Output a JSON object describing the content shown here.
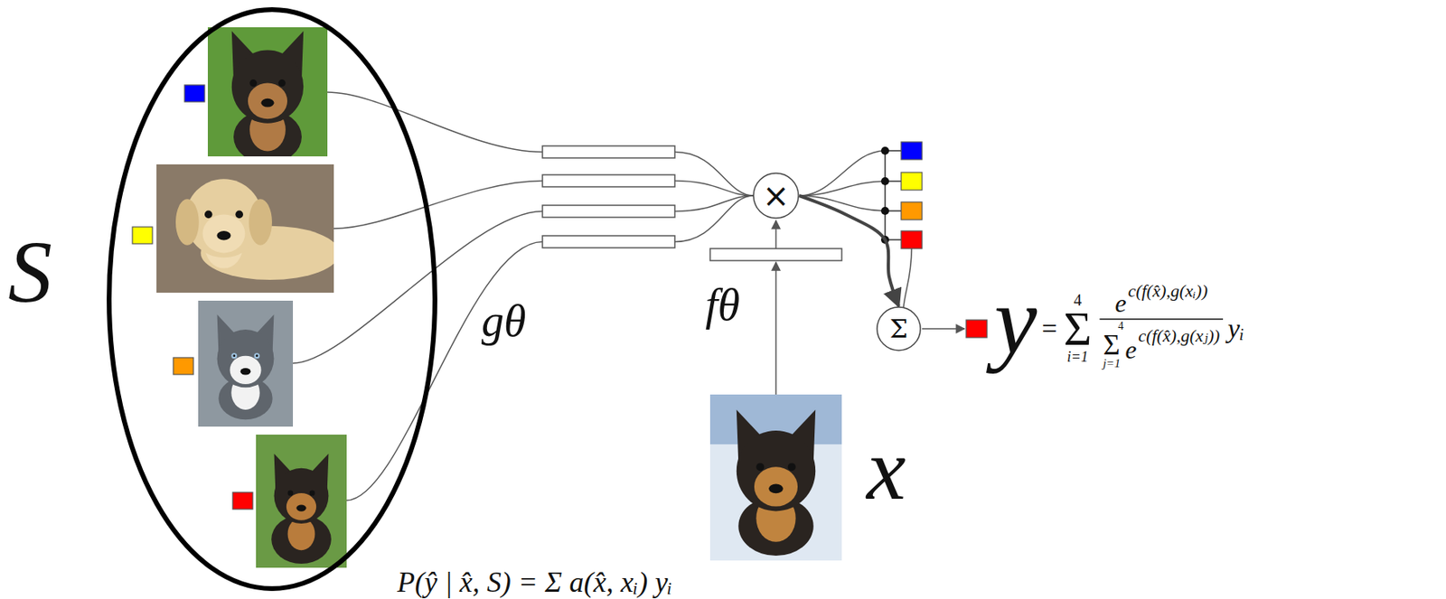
{
  "diagram": {
    "nodes": [
      {
        "text": [
          "S"
        ]
      },
      {
        "text": [
          "×"
        ]
      },
      {
        "text": [
          "Σ"
        ]
      }
    ],
    "edges": [
      {
        "from": 1,
        "to": 2,
        "arrow": "to"
      }
    ],
    "labels": [
      "gθ",
      "fθ",
      "x",
      "y",
      "=",
      "4",
      "Σ",
      "i=1",
      "e",
      "c(f(x̂),g(xᵢ))",
      "4",
      "Σ",
      "j=1",
      "e",
      "c(f(x̂),g(xⱼ))",
      "yᵢ",
      "P(ŷ | x̂, S) = Σ a(x̂, xᵢ) yᵢ"
    ]
  }
}
